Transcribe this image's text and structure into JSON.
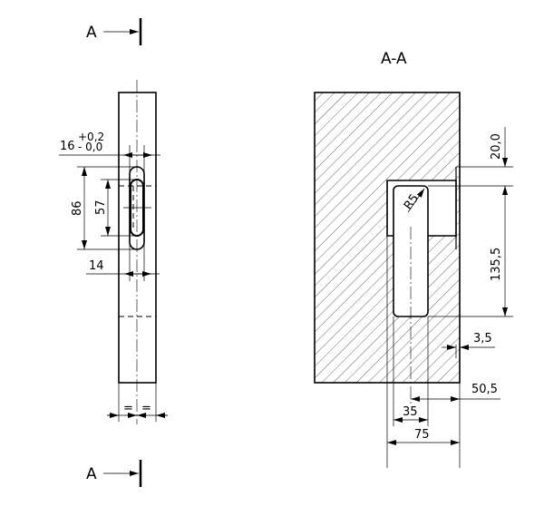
{
  "section_markers": {
    "top": "A",
    "bottom": "A"
  },
  "section_title": "A-A",
  "left_view": {
    "dim_width": "16",
    "tol_upper": "+0,2",
    "tol_lower": "- 0,0",
    "dim_outer_length": "86",
    "dim_inner_length": "57",
    "dim_slot_width": "14",
    "equal_left": "=",
    "equal_right": "="
  },
  "section_view": {
    "dim_top_offset": "20,0",
    "dim_depth": "135,5",
    "dim_plate": "3,5",
    "dim_center": "50,5",
    "dim_slot_width": "35",
    "dim_pocket_width": "75",
    "radius": "R5"
  },
  "colors": {
    "line": "#000000",
    "background": "#ffffff"
  }
}
